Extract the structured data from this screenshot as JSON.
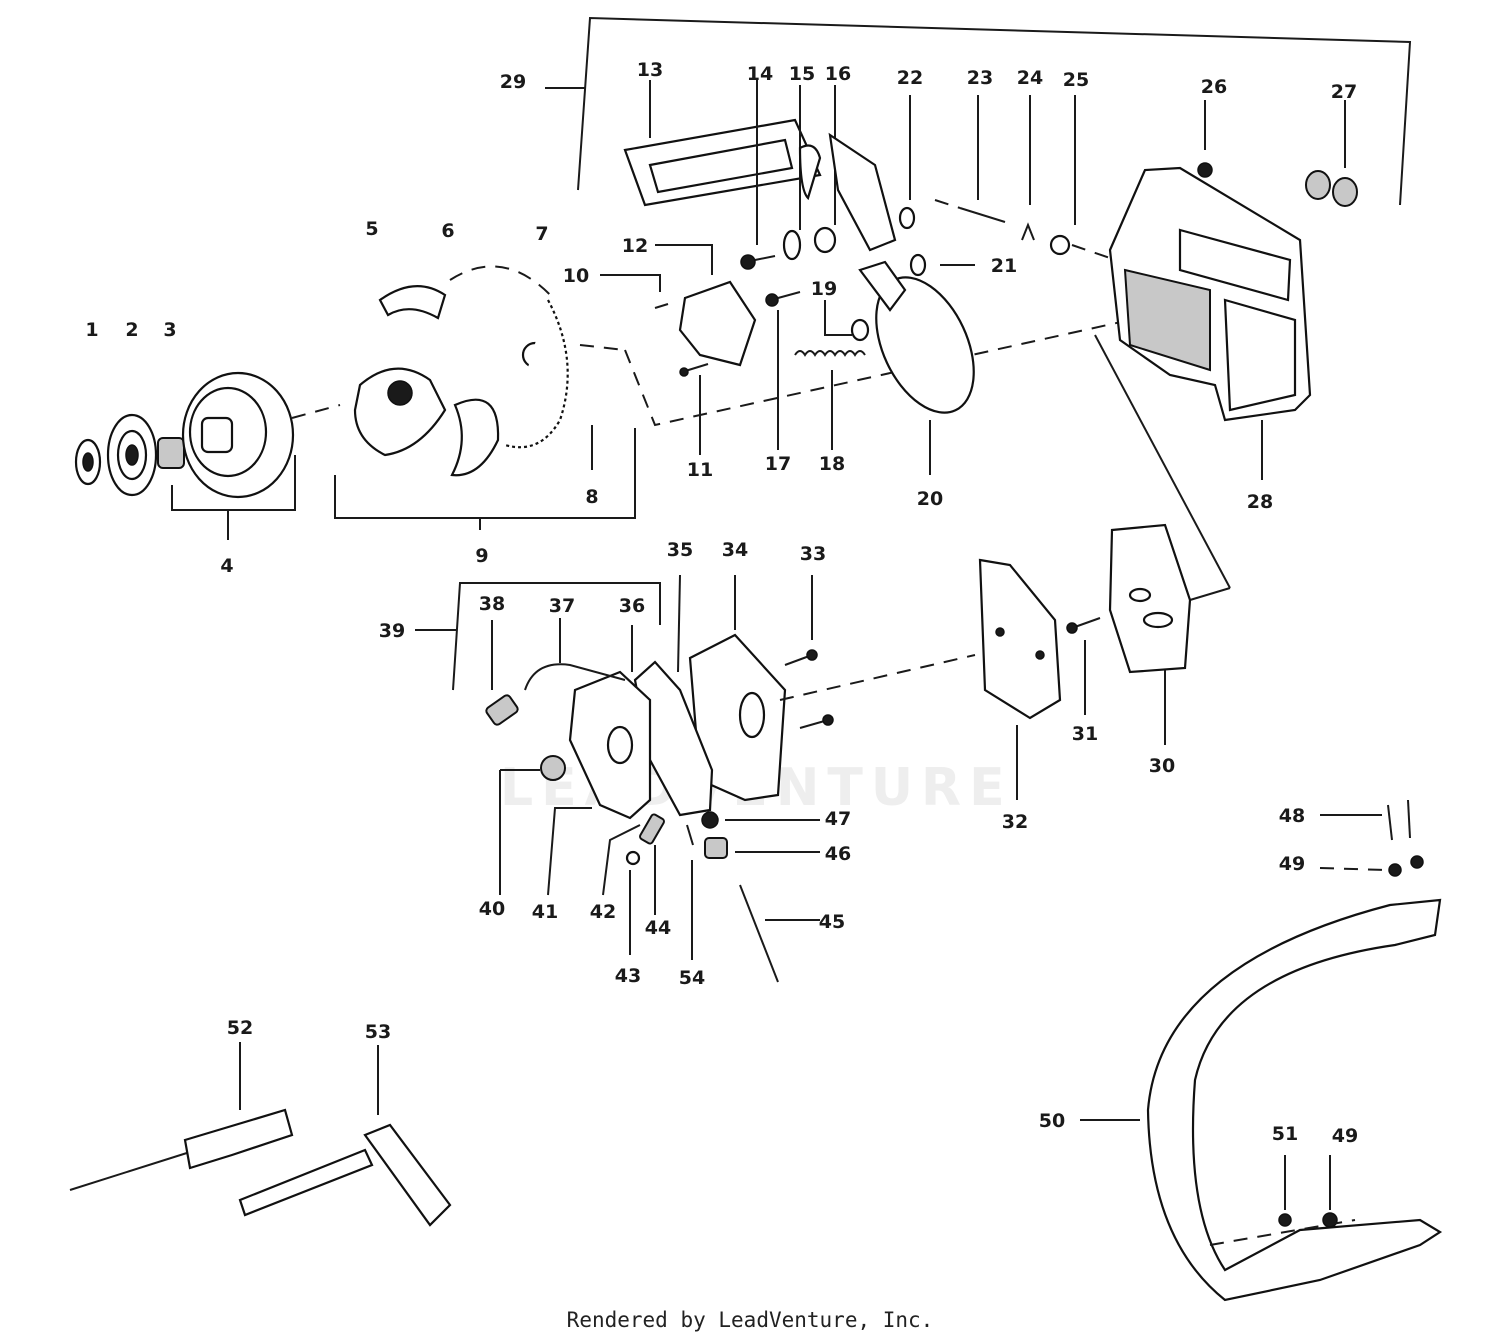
{
  "diagram": {
    "callouts": [
      "1",
      "2",
      "3",
      "4",
      "5",
      "6",
      "7",
      "8",
      "9",
      "10",
      "11",
      "12",
      "13",
      "14",
      "15",
      "16",
      "17",
      "18",
      "19",
      "20",
      "21",
      "22",
      "23",
      "24",
      "25",
      "26",
      "27",
      "28",
      "29",
      "30",
      "31",
      "32",
      "33",
      "34",
      "35",
      "36",
      "37",
      "38",
      "39",
      "40",
      "41",
      "42",
      "43",
      "44",
      "45",
      "46",
      "47",
      "48",
      "49",
      "50",
      "51",
      "49",
      "52",
      "53",
      "54"
    ],
    "watermark": "LEADVENTURE"
  },
  "footer": {
    "credit": "Rendered by LeadVenture, Inc."
  },
  "colors": {
    "ink": "#1a1a1a",
    "background": "#ffffff",
    "watermark": "#eeeeee"
  }
}
